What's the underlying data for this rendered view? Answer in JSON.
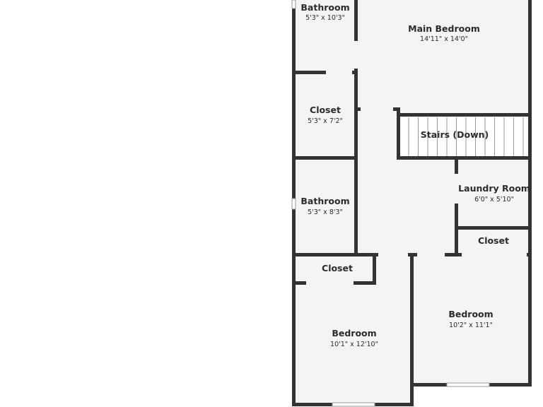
{
  "colors": {
    "wall": "#333333",
    "floor": "#f4f4f4",
    "background": "#ffffff",
    "opening": "#ffffff",
    "window_frame": "#9a9a9a"
  },
  "rooms": [
    {
      "name": "Bathroom",
      "dims": "5'3\" x 10'3\""
    },
    {
      "name": "Main Bedroom",
      "dims": "14'11\" x 14'0\""
    },
    {
      "name": "Closet",
      "dims": "5'3\" x 7'2\""
    },
    {
      "name": "Stairs (Down)",
      "dims": ""
    },
    {
      "name": "Bathroom",
      "dims": "5'3\" x 8'3\""
    },
    {
      "name": "Laundry Room",
      "dims": "6'0\" x 5'10\""
    },
    {
      "name": "Closet",
      "dims": ""
    },
    {
      "name": "Closet",
      "dims": ""
    },
    {
      "name": "Bedroom",
      "dims": "10'2\" x 11'1\""
    },
    {
      "name": "Bedroom",
      "dims": "10'1\" x 12'10\""
    }
  ]
}
